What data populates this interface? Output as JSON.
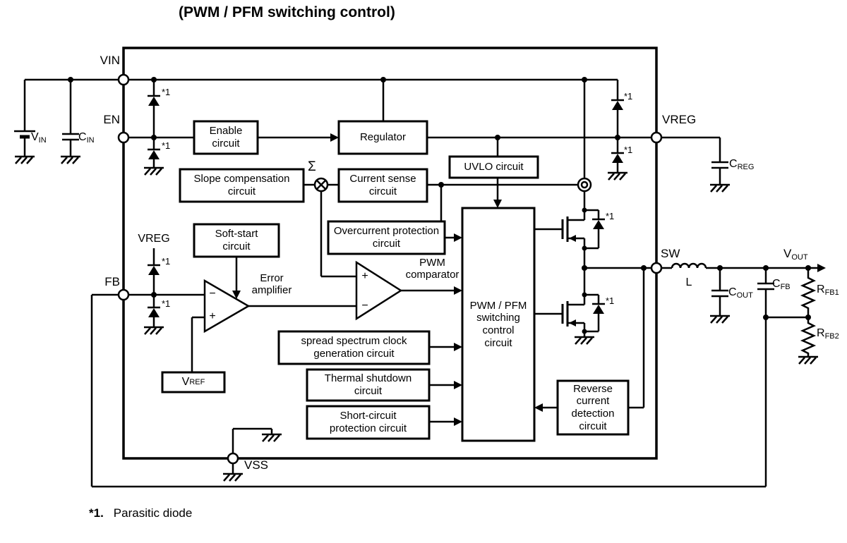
{
  "title": "(PWM / PFM switching control)",
  "pins": {
    "vin": "VIN",
    "en": "EN",
    "fb": "FB",
    "vreg": "VREG",
    "sw": "SW",
    "vss": "VSS"
  },
  "blocks": {
    "enable": "Enable\ncircuit",
    "regulator": "Regulator",
    "slope_compensation": "Slope compensation\ncircuit",
    "current_sense": "Current sense\ncircuit",
    "uvlo": "UVLO circuit",
    "overcurrent": "Overcurrent protection\ncircuit",
    "soft_start": "Soft-start\ncircuit",
    "pwm_pfm": "PWM / PFM\nswitching\ncontrol\ncircuit",
    "spread_spectrum": "spread spectrum clock\ngeneration circuit",
    "thermal": "Thermal shutdown\ncircuit",
    "short_circuit": "Short-circuit\nprotection circuit",
    "reverse_current": "Reverse\ncurrent\ndetection\ncircuit"
  },
  "labels": {
    "sigma": "Σ",
    "error_amplifier": "Error\namplifier",
    "pwm_comparator": "PWM\ncomparator",
    "vreg_internal": "VREG",
    "inductor": "L",
    "star1": "*1",
    "plus": "+",
    "minus": "−"
  },
  "components": {
    "vin_source": {
      "main": "V",
      "sub": "IN"
    },
    "cin": {
      "main": "C",
      "sub": "IN"
    },
    "creg": {
      "main": "C",
      "sub": "REG"
    },
    "cout": {
      "main": "C",
      "sub": "OUT"
    },
    "cfb": {
      "main": "C",
      "sub": "FB"
    },
    "rfb1": {
      "main": "R",
      "sub": "FB1"
    },
    "rfb2": {
      "main": "R",
      "sub": "FB2"
    },
    "vout": {
      "main": "V",
      "sub": "OUT"
    },
    "vref": {
      "main": "V",
      "sub": "REF"
    }
  },
  "footnote": {
    "marker": "*1.",
    "text": "Parasitic diode"
  },
  "colors": {
    "line": "#000000",
    "background": "#ffffff"
  }
}
